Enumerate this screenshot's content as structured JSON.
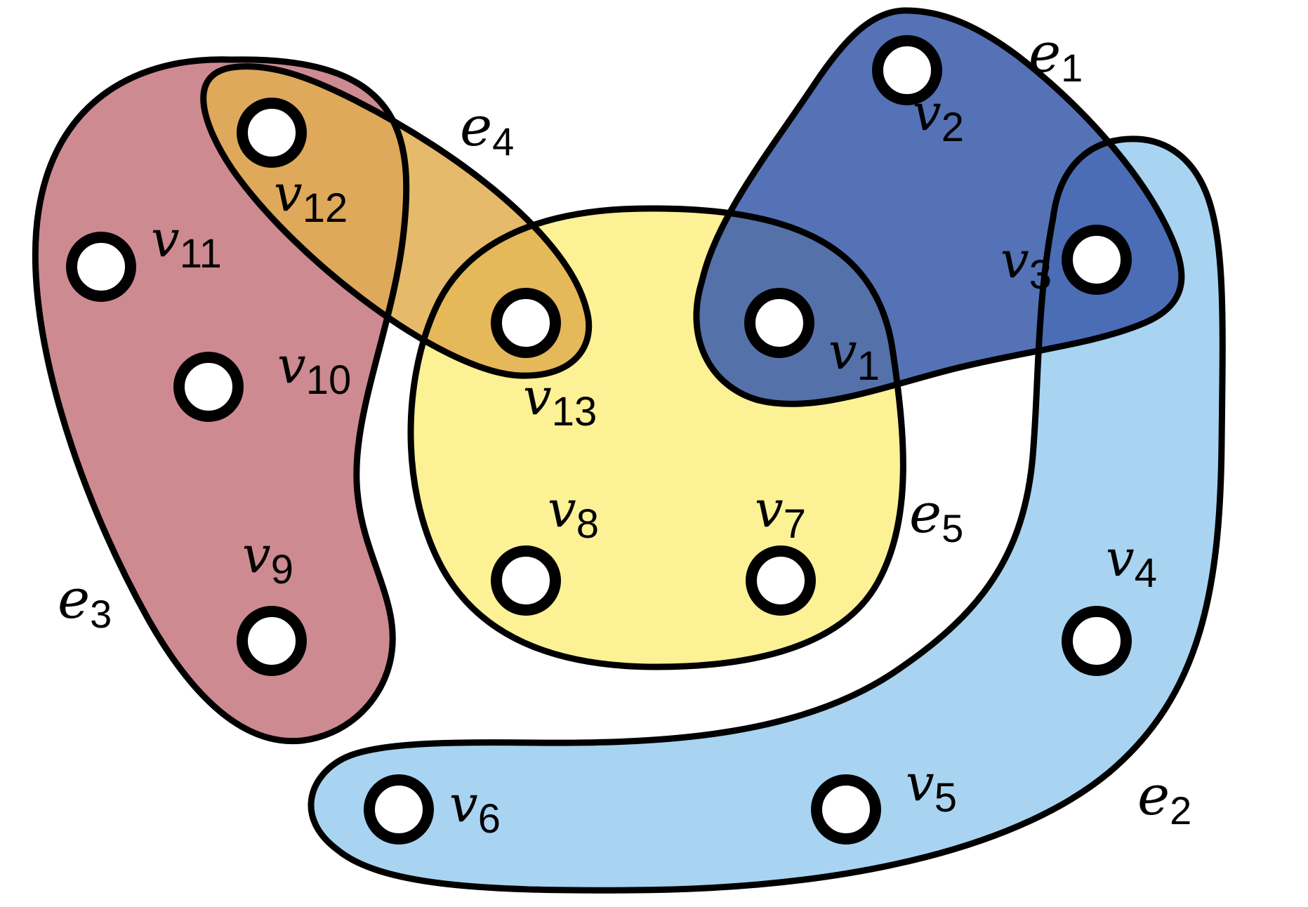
{
  "hypergraph": {
    "edges": [
      {
        "id": "e1",
        "name": "e",
        "sub": "1",
        "color": "#3d5fac",
        "vertices": [
          "v1",
          "v2",
          "v3"
        ]
      },
      {
        "id": "e2",
        "name": "e",
        "sub": "2",
        "color": "#a3d2f0",
        "vertices": [
          "v3",
          "v4",
          "v5",
          "v6"
        ]
      },
      {
        "id": "e3",
        "name": "e",
        "sub": "3",
        "color": "#c97d85",
        "vertices": [
          "v9",
          "v10",
          "v11",
          "v12"
        ]
      },
      {
        "id": "e4",
        "name": "e",
        "sub": "4",
        "color": "#e0ae50",
        "vertices": [
          "v12",
          "v13"
        ]
      },
      {
        "id": "e5",
        "name": "e",
        "sub": "5",
        "color": "#fcf08a",
        "vertices": [
          "v1",
          "v7",
          "v8",
          "v13"
        ]
      }
    ],
    "vertices": [
      {
        "id": "v1",
        "name": "v",
        "sub": "1"
      },
      {
        "id": "v2",
        "name": "v",
        "sub": "2"
      },
      {
        "id": "v3",
        "name": "v",
        "sub": "3"
      },
      {
        "id": "v4",
        "name": "v",
        "sub": "4"
      },
      {
        "id": "v5",
        "name": "v",
        "sub": "5"
      },
      {
        "id": "v6",
        "name": "v",
        "sub": "6"
      },
      {
        "id": "v7",
        "name": "v",
        "sub": "7"
      },
      {
        "id": "v8",
        "name": "v",
        "sub": "8"
      },
      {
        "id": "v9",
        "name": "v",
        "sub": "9"
      },
      {
        "id": "v10",
        "name": "v",
        "sub": "10"
      },
      {
        "id": "v11",
        "name": "v",
        "sub": "11"
      },
      {
        "id": "v12",
        "name": "v",
        "sub": "12"
      },
      {
        "id": "v13",
        "name": "v",
        "sub": "13"
      }
    ]
  }
}
